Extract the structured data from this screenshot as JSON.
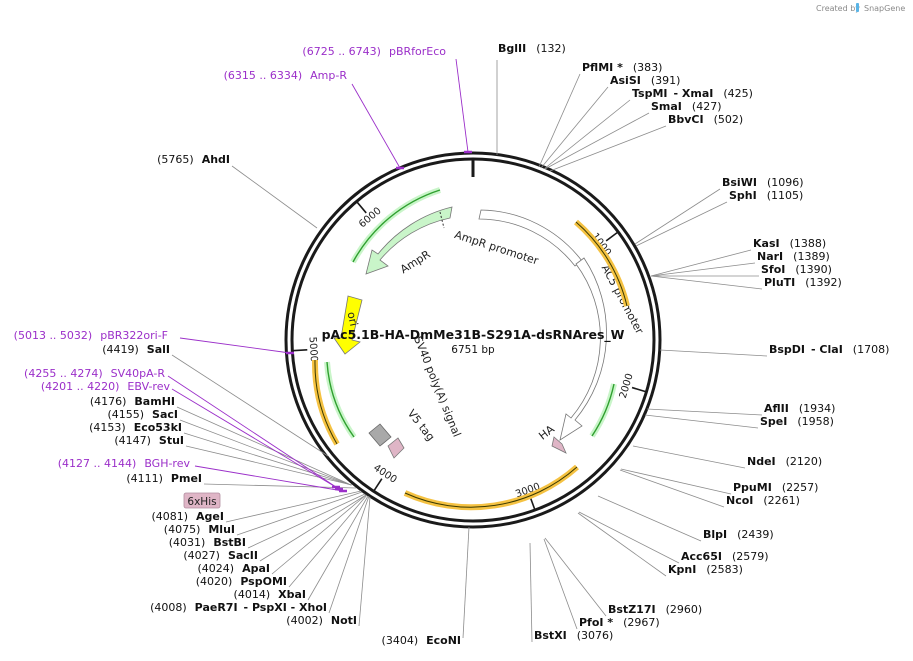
{
  "header": {
    "created_by": "Created by",
    "brand": "SnapGene"
  },
  "plasmid": {
    "name": "pAc5.1B-HA-DmMe31B-S291A-dsRNAres_W",
    "length": "6751 bp",
    "total_bp": 6751
  },
  "colors": {
    "enzyme_line": "#8c8c8c",
    "primer": "#9b2fc9",
    "ampr": "#c9f5c9",
    "ori": "#ffff00",
    "promoter": "#ffffff",
    "orange_arrow": "#f5c242",
    "green_arrow": "#2fa02f",
    "his_box": "#dfb5c6"
  },
  "ticks": [
    {
      "label": "1000",
      "bp": 1000
    },
    {
      "label": "2000",
      "bp": 2000
    },
    {
      "label": "3000",
      "bp": 3000
    },
    {
      "label": "4000",
      "bp": 4000
    },
    {
      "label": "5000",
      "bp": 5000
    },
    {
      "label": "6000",
      "bp": 6000
    }
  ],
  "enzymes": [
    {
      "name": "BglII",
      "pos": "(132)"
    },
    {
      "name": "PflMI *",
      "pos": "(383)"
    },
    {
      "name": "AsiSI",
      "pos": "(391)"
    },
    {
      "name": "TspMI",
      "sep": "- XmaI",
      "pos": "(425)"
    },
    {
      "name": "SmaI",
      "pos": "(427)"
    },
    {
      "name": "BbvCI",
      "pos": "(502)"
    },
    {
      "name": "BsiWI",
      "pos": "(1096)"
    },
    {
      "name": "SphI",
      "pos": "(1105)"
    },
    {
      "name": "KasI",
      "pos": "(1388)"
    },
    {
      "name": "NarI",
      "pos": "(1389)"
    },
    {
      "name": "SfoI",
      "pos": "(1390)"
    },
    {
      "name": "PluTI",
      "pos": "(1392)"
    },
    {
      "name": "BspDI",
      "sep": "- ClaI",
      "pos": "(1708)"
    },
    {
      "name": "AflII",
      "pos": "(1934)"
    },
    {
      "name": "SpeI",
      "pos": "(1958)"
    },
    {
      "name": "NdeI",
      "pos": "(2120)"
    },
    {
      "name": "PpuMI",
      "pos": "(2257)"
    },
    {
      "name": "NcoI",
      "pos": "(2261)"
    },
    {
      "name": "BlpI",
      "pos": "(2439)"
    },
    {
      "name": "Acc65I",
      "pos": "(2579)"
    },
    {
      "name": "KpnI",
      "pos": "(2583)"
    },
    {
      "name": "BstZ17I",
      "pos": "(2960)"
    },
    {
      "name": "PfoI *",
      "pos": "(2967)"
    },
    {
      "name": "BstXI",
      "pos": "(3076)"
    },
    {
      "name": "EcoNI",
      "pos": "(3404)"
    },
    {
      "name": "NotI",
      "pos": "(4002)"
    },
    {
      "name": "PaeR7I",
      "sep": "- PspXI - XhoI",
      "pos": "(4008)"
    },
    {
      "name": "XbaI",
      "pos": "(4014)"
    },
    {
      "name": "PspOMI",
      "pos": "(4020)"
    },
    {
      "name": "ApaI",
      "pos": "(4024)"
    },
    {
      "name": "SacII",
      "pos": "(4027)"
    },
    {
      "name": "BstBI",
      "pos": "(4031)"
    },
    {
      "name": "MluI",
      "pos": "(4075)"
    },
    {
      "name": "AgeI",
      "pos": "(4081)"
    },
    {
      "name": "PmeI",
      "pos": "(4111)"
    },
    {
      "name": "StuI",
      "pos": "(4147)"
    },
    {
      "name": "Eco53kI",
      "pos": "(4153)"
    },
    {
      "name": "SacI",
      "pos": "(4155)"
    },
    {
      "name": "BamHI",
      "pos": "(4176)"
    },
    {
      "name": "SalI",
      "pos": "(4419)"
    },
    {
      "name": "AhdI",
      "pos": "(5765)"
    }
  ],
  "primers": [
    {
      "range": "(6725 .. 6743)",
      "name": "pBRforEco"
    },
    {
      "range": "(6315 .. 6334)",
      "name": "Amp-R"
    },
    {
      "range": "(5013 .. 5032)",
      "name": "pBR322ori-F"
    },
    {
      "range": "(4255 .. 4274)",
      "name": "SV40pA-R"
    },
    {
      "range": "(4201 .. 4220)",
      "name": "EBV-rev"
    },
    {
      "range": "(4127 .. 4144)",
      "name": "BGH-rev"
    }
  ],
  "features": {
    "ampr_promoter": "AmpR promoter",
    "ac5_promoter": "AC5 promoter",
    "ampr": "AmpR",
    "ori": "ori",
    "sv40": "SV40 poly(A) signal",
    "v5": "V5 tag",
    "ha": "HA",
    "his": "6xHis"
  }
}
